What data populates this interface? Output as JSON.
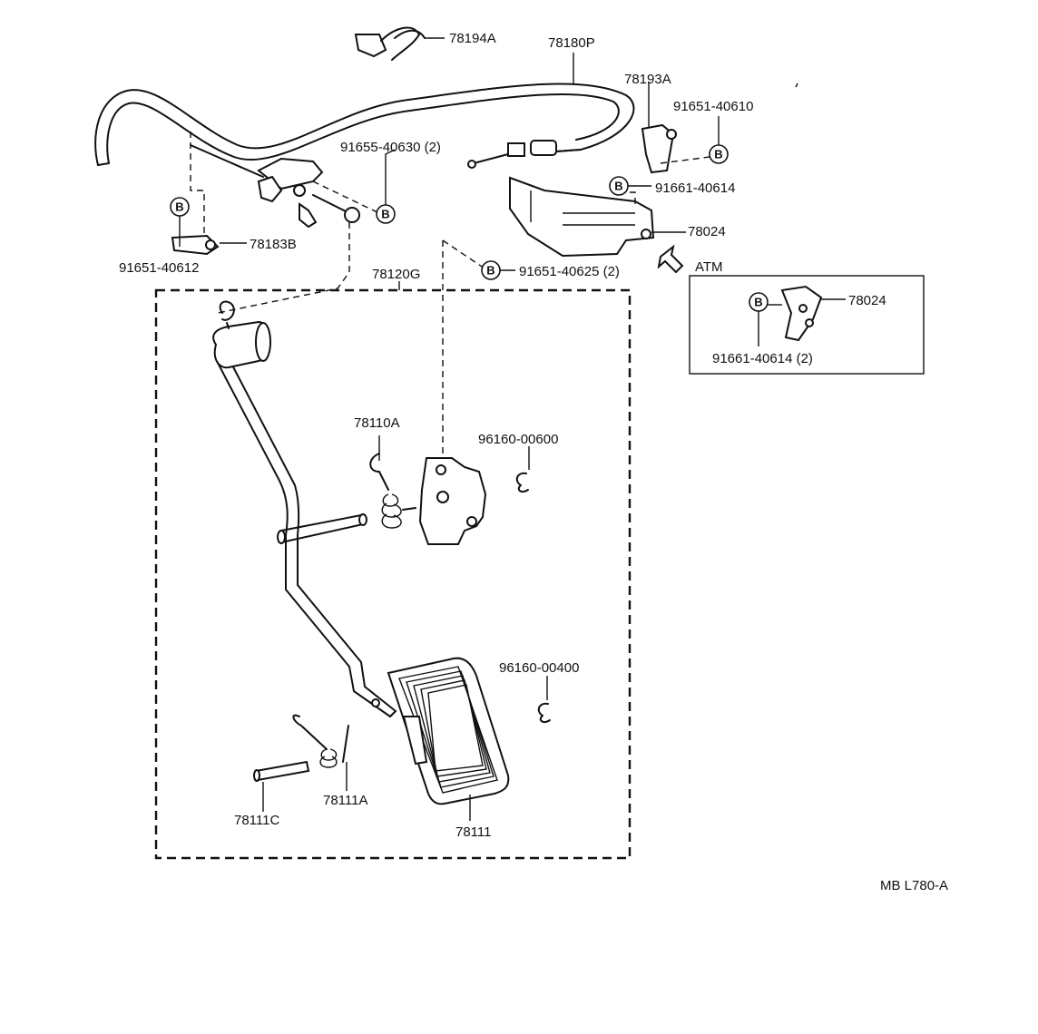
{
  "parts": {
    "p78194A": "78194A",
    "p78180P": "78180P",
    "p78193A": "78193A",
    "p91651_40610": "91651-40610",
    "p91655_40630": "91655-40630 (2)",
    "p91661_40614": "91661-40614",
    "p78024": "78024",
    "p78183B": "78183B",
    "p91651_40612": "91651-40612",
    "p78120G": "78120G",
    "p91651_40625": "91651-40625 (2)",
    "atm": "ATM",
    "atm_78024": "78024",
    "atm_91661_40614": "91661-40614 (2)",
    "p78110A": "78110A",
    "p96160_00600": "96160-00600",
    "p96160_00400": "96160-00400",
    "p78111C": "78111C",
    "p78111A": "78111A",
    "p78111": "78111"
  },
  "bolt_marker": "B",
  "drawing_code": "MB L780-A"
}
